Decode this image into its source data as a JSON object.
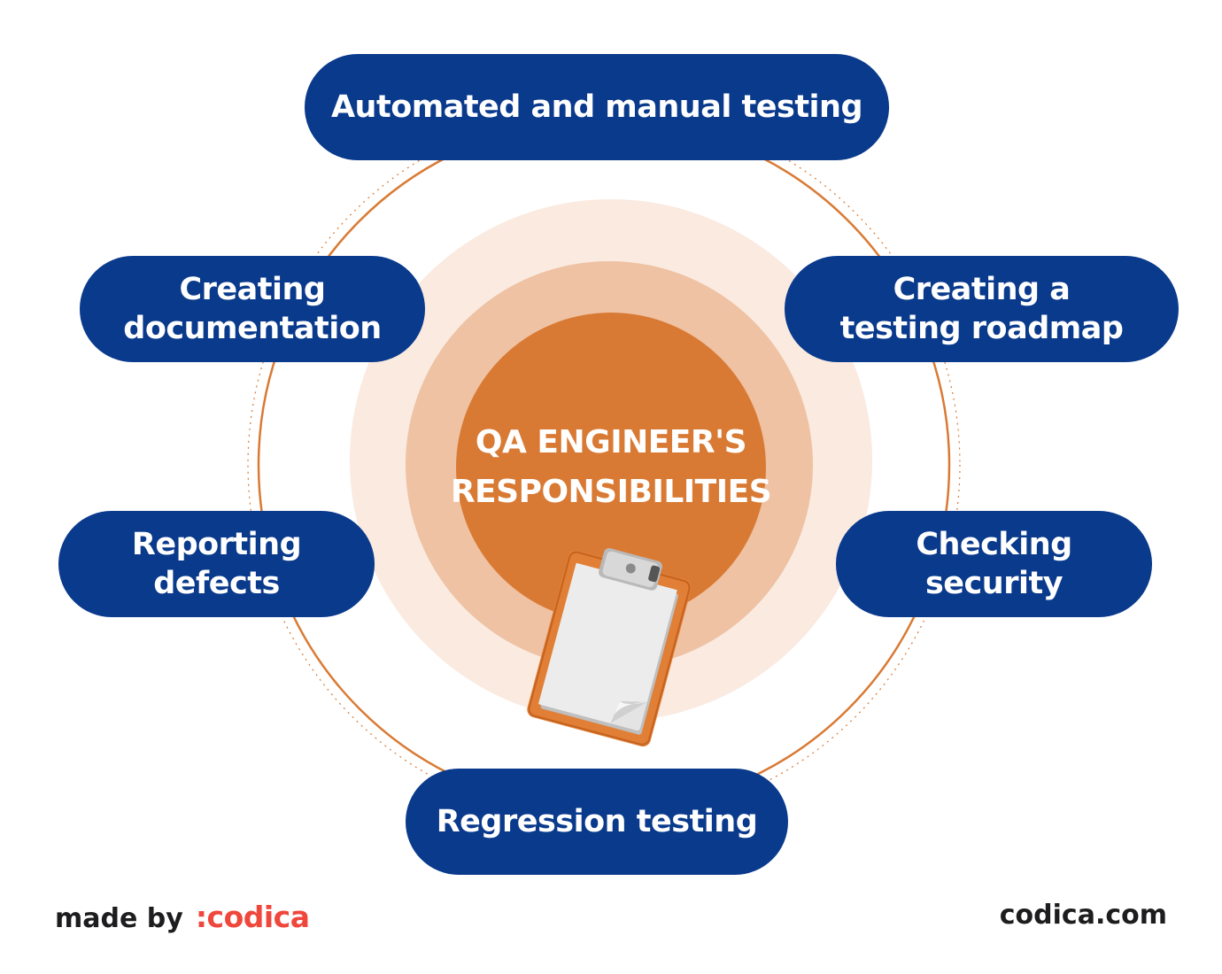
{
  "diagram": {
    "center_title_lines": [
      "QA ENGINEER'S",
      "RESPONSIBILITIES"
    ],
    "responsibilities": [
      {
        "id": "top",
        "lines": [
          "Automated and manual testing"
        ]
      },
      {
        "id": "upper-left",
        "lines": [
          "Creating",
          "documentation"
        ]
      },
      {
        "id": "upper-right",
        "lines": [
          "Creating a",
          "testing roadmap"
        ]
      },
      {
        "id": "lower-left",
        "lines": [
          "Reporting",
          "defects"
        ]
      },
      {
        "id": "lower-right",
        "lines": [
          "Checking",
          "security"
        ]
      },
      {
        "id": "bottom",
        "lines": [
          "Regression testing"
        ]
      }
    ]
  },
  "footer": {
    "made_by": "made by",
    "brand": ":codica",
    "url": "codica.com"
  },
  "colors": {
    "pill": "#0a3a8c",
    "accent_orange": "#d97a34",
    "ring_mid": "#eec2a3",
    "ring_outer": "#faeae0",
    "brand_red": "#f0473c"
  },
  "icons": [
    "clipboard-icon"
  ]
}
